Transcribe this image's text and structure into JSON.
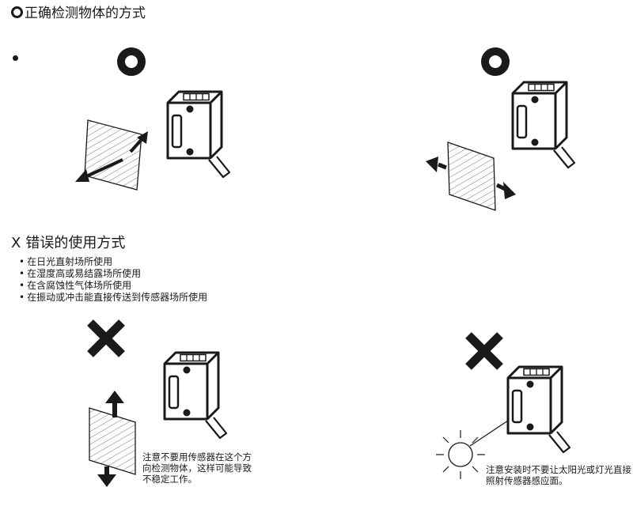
{
  "correct": {
    "title": "正确检测物体的方式",
    "mark_icon": "circle-ok-icon"
  },
  "wrong": {
    "title_mark": "X",
    "title": "错误的使用方式",
    "conditions": [
      "在日光直射场所使用",
      "在湿度高或易结露场所使用",
      "在含腐蚀性气体场所使用",
      "在振动或冲击能直接传送到传感器场所使用"
    ],
    "note_direction": "注意不要用传感器在这个方向检测物体，这样可能导致不稳定工作。",
    "note_sunlight": "注意安装时不要让太阳光或灯光直接照射传感器感应面。",
    "mark_icon": "cross-ng-icon"
  },
  "colors": {
    "ink": "#1a1a1a",
    "background": "#ffffff"
  }
}
